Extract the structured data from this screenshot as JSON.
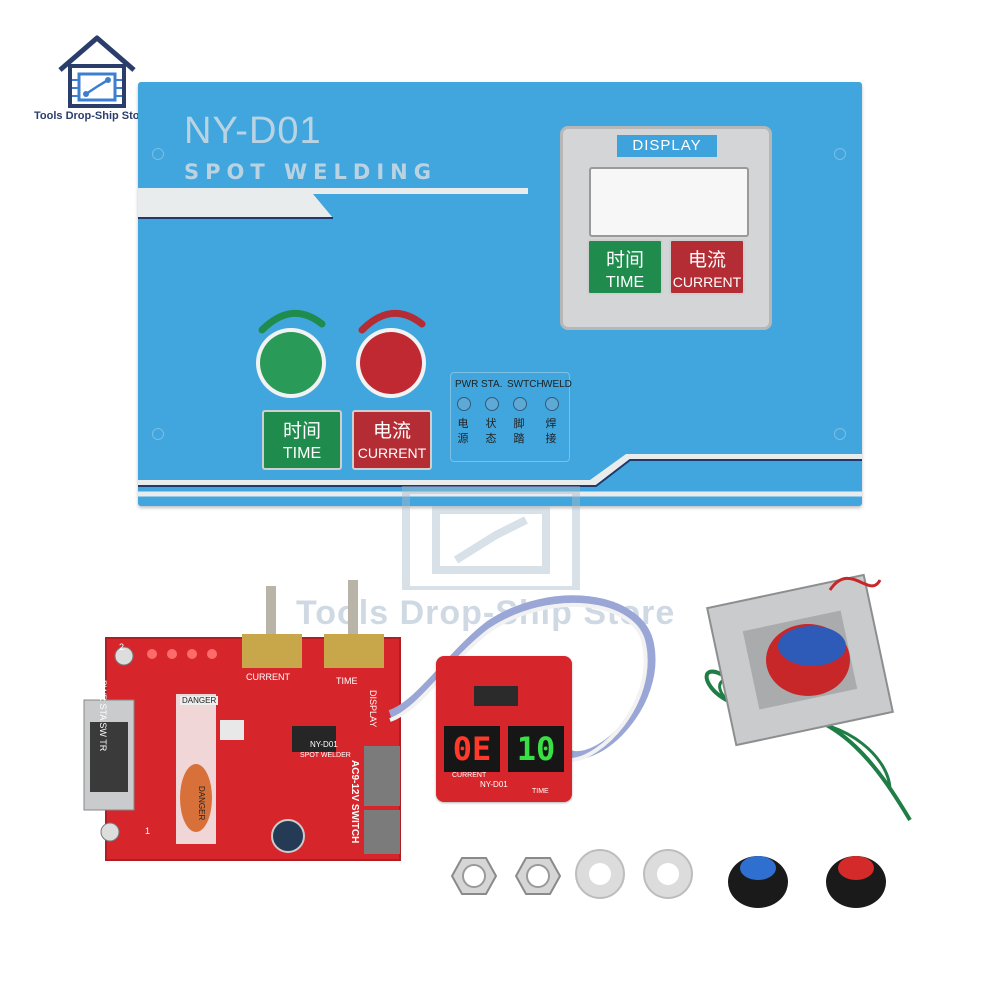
{
  "store": {
    "name": "Tools Drop-Ship Store",
    "watermark": "Tools Drop-Ship Store"
  },
  "panel": {
    "model": "NY-D01",
    "subtitle": "SPOT WELDING",
    "display_label": "DISPLAY",
    "keys": {
      "time_cn": "时间",
      "time_en": "TIME",
      "current_cn": "电流",
      "current_en": "CURRENT"
    },
    "leds": [
      {
        "label": "PWR",
        "cn1": "电",
        "cn2": "源"
      },
      {
        "label": "STA.",
        "cn1": "状",
        "cn2": "态"
      },
      {
        "label": "SWTCH",
        "cn1": "脚",
        "cn2": "踏"
      },
      {
        "label": "WELD",
        "cn1": "焊",
        "cn2": "接"
      }
    ]
  },
  "board": {
    "led_labels": [
      "PWR",
      "STA",
      "SW",
      "TR"
    ],
    "pot_current_label": "CURRENT",
    "pot_time_label": "TIME",
    "display_port_label": "DISPLAY",
    "danger_label": "DANGER",
    "model_label": "NY-D01",
    "spot_welder_label": "SPOT WELDER",
    "switch_label": "AC9-12V SWITCH",
    "marker_1": "1",
    "marker_2": "2"
  },
  "display_module": {
    "left_digits": "0E",
    "right_digits": "10",
    "model_label": "NY-D01",
    "label_current": "CURRENT",
    "label_time": "TIME"
  },
  "accessories": {
    "knob_left_color": "#2f6fd0",
    "knob_right_color": "#d42a2a"
  },
  "colors": {
    "panel_blue": "#41a6de",
    "pcb_red": "#d6262b",
    "key_green": "#1f8c4e",
    "key_red": "#b42c34"
  }
}
